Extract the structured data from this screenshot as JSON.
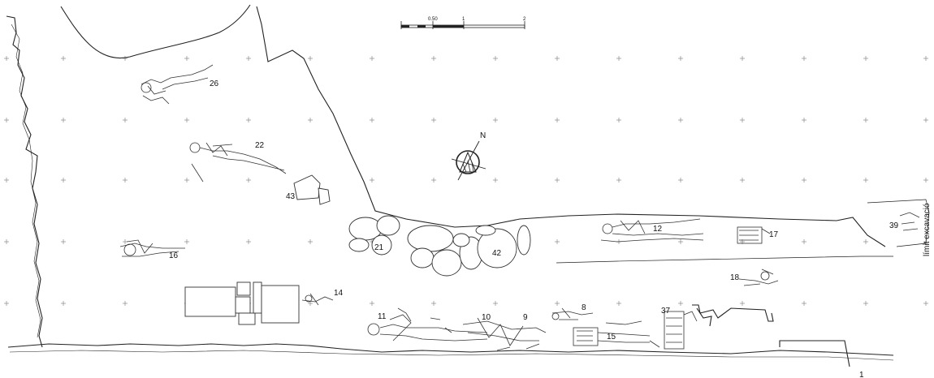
{
  "scale_bar": {
    "labels": [
      "0.50",
      "1",
      "2"
    ]
  },
  "north_label": "N",
  "excavation_limit_label": "límit excavació",
  "burials": [
    {
      "id": "b26",
      "label": "26"
    },
    {
      "id": "b22",
      "label": "22"
    },
    {
      "id": "b43",
      "label": "43"
    },
    {
      "id": "b21",
      "label": "21"
    },
    {
      "id": "b42",
      "label": "42"
    },
    {
      "id": "b16",
      "label": "16"
    },
    {
      "id": "b14",
      "label": "14"
    },
    {
      "id": "b11",
      "label": "11"
    },
    {
      "id": "b10",
      "label": "10"
    },
    {
      "id": "b9",
      "label": "9"
    },
    {
      "id": "b8",
      "label": "8"
    },
    {
      "id": "b15",
      "label": "15"
    },
    {
      "id": "b37",
      "label": "37"
    },
    {
      "id": "b12",
      "label": "12"
    },
    {
      "id": "b17",
      "label": "17"
    },
    {
      "id": "b18",
      "label": "18"
    },
    {
      "id": "b39",
      "label": "39"
    },
    {
      "id": "b1",
      "label": "1"
    }
  ],
  "colors": {
    "ink": "#222222",
    "paper": "#ffffff"
  }
}
